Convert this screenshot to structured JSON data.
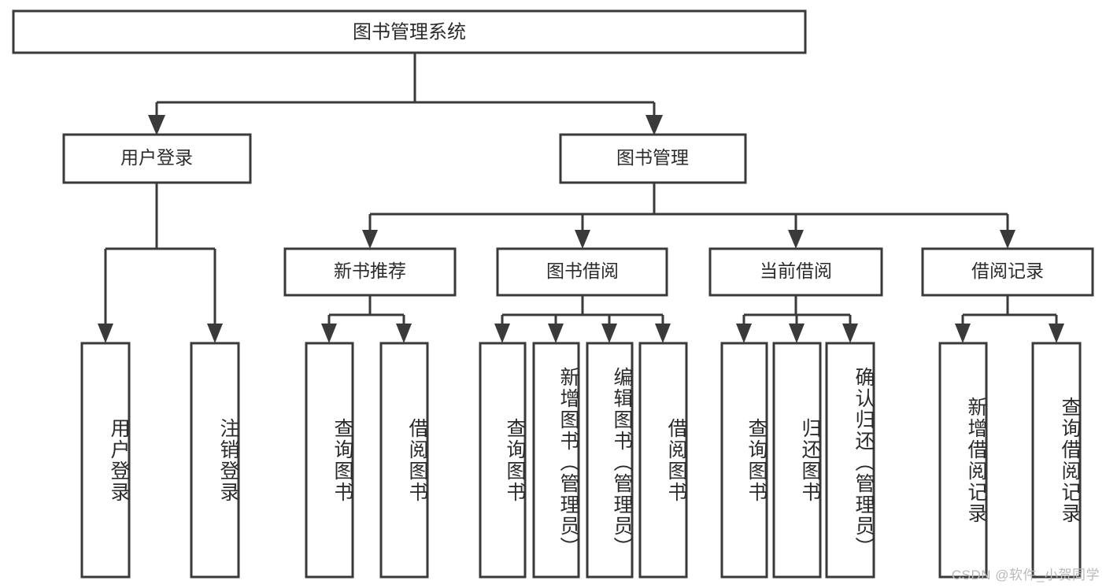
{
  "diagram": {
    "title": "图书管理系统",
    "watermark": "CSDN @软件_小贺同学",
    "colors": {
      "box_stroke": "#3a3a3a",
      "box_fill": "#ffffff",
      "text": "#2b2b2b",
      "watermark": "#b9b9b9",
      "background": "#ffffff"
    },
    "root": {
      "label": "图书管理系统"
    },
    "level2": [
      {
        "id": "user-login",
        "label": "用户登录"
      },
      {
        "id": "book-management",
        "label": "图书管理"
      }
    ],
    "level3": [
      {
        "id": "new-book-recommend",
        "label": "新书推荐"
      },
      {
        "id": "book-borrow",
        "label": "图书借阅"
      },
      {
        "id": "current-borrow",
        "label": "当前借阅"
      },
      {
        "id": "borrow-record",
        "label": "借阅记录"
      }
    ],
    "leaves": {
      "user_login": [
        {
          "id": "leaf-user-login",
          "label": "用户登录"
        },
        {
          "id": "leaf-logout-login",
          "label": "注销登录"
        }
      ],
      "new_book_recommend": [
        {
          "id": "leaf-query-book-1",
          "label": "查询图书"
        },
        {
          "id": "leaf-borrow-book-1",
          "label": "借阅图书"
        }
      ],
      "book_borrow": [
        {
          "id": "leaf-query-book-2",
          "label": "查询图书"
        },
        {
          "id": "leaf-add-book",
          "label": "新增图书（管理员）"
        },
        {
          "id": "leaf-edit-book",
          "label": "编辑图书（管理员）"
        },
        {
          "id": "leaf-borrow-book-2",
          "label": "借阅图书"
        }
      ],
      "current_borrow": [
        {
          "id": "leaf-query-book-3",
          "label": "查询图书"
        },
        {
          "id": "leaf-return-book",
          "label": "归还图书"
        },
        {
          "id": "leaf-confirm-return",
          "label": "确认归还（管理员）"
        }
      ],
      "borrow_record": [
        {
          "id": "leaf-add-record",
          "label": "新增借阅记录"
        },
        {
          "id": "leaf-query-record",
          "label": "查询借阅记录"
        }
      ]
    }
  }
}
